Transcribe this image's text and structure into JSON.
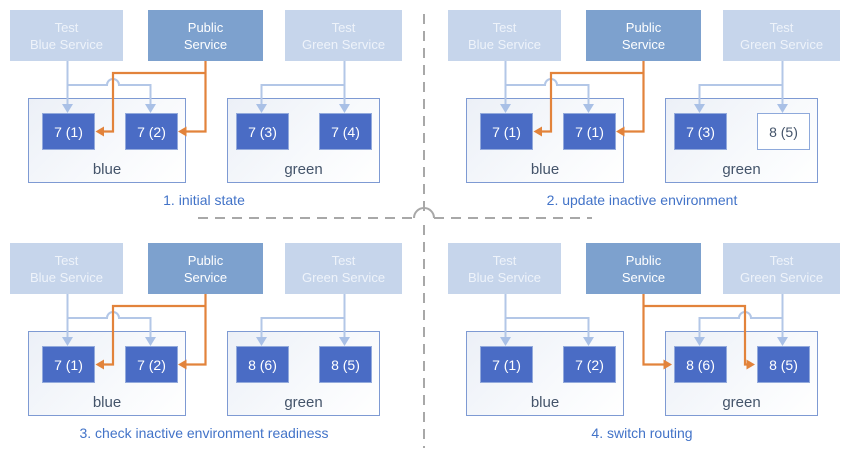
{
  "colors": {
    "public_route_orange": "#e2833b",
    "test_route_blue": "#b3c7e7",
    "arrowhead_blue": "#a9c0e6",
    "pod_fill": "#4a6cc5",
    "service_test_fill": "#c6d5eb",
    "service_public_fill": "#7da1ce",
    "env_border": "#7e9ad3",
    "caption_text": "#4273c8",
    "env_label_text": "#44546a",
    "divider_gray": "#a8a8a8"
  },
  "panels": [
    {
      "caption": "1. initial state",
      "public_routes_to": "blue",
      "services": [
        {
          "id": "test-blue",
          "label": "Test\nBlue Service"
        },
        {
          "id": "public",
          "label": "Public\nService"
        },
        {
          "id": "test-green",
          "label": "Test\nGreen Service"
        }
      ],
      "environments": [
        {
          "name": "blue",
          "pods": [
            {
              "label": "7 (1)",
              "variant": "solid"
            },
            {
              "label": "7 (2)",
              "variant": "solid"
            }
          ]
        },
        {
          "name": "green",
          "pods": [
            {
              "label": "7 (3)",
              "variant": "solid"
            },
            {
              "label": "7 (4)",
              "variant": "solid"
            }
          ]
        }
      ]
    },
    {
      "caption": "2. update inactive environment",
      "public_routes_to": "blue",
      "services": [
        {
          "id": "test-blue",
          "label": "Test\nBlue Service"
        },
        {
          "id": "public",
          "label": "Public\nService"
        },
        {
          "id": "test-green",
          "label": "Test\nGreen Service"
        }
      ],
      "environments": [
        {
          "name": "blue",
          "pods": [
            {
              "label": "7 (1)",
              "variant": "solid"
            },
            {
              "label": "7 (1)",
              "variant": "solid"
            }
          ]
        },
        {
          "name": "green",
          "pods": [
            {
              "label": "7 (3)",
              "variant": "solid"
            },
            {
              "label": "8 (5)",
              "variant": "outline"
            }
          ]
        }
      ]
    },
    {
      "caption": "3. check inactive environment readiness",
      "public_routes_to": "blue",
      "services": [
        {
          "id": "test-blue",
          "label": "Test\nBlue Service"
        },
        {
          "id": "public",
          "label": "Public\nService"
        },
        {
          "id": "test-green",
          "label": "Test\nGreen Service"
        }
      ],
      "environments": [
        {
          "name": "blue",
          "pods": [
            {
              "label": "7 (1)",
              "variant": "solid"
            },
            {
              "label": "7 (2)",
              "variant": "solid"
            }
          ]
        },
        {
          "name": "green",
          "pods": [
            {
              "label": "8 (6)",
              "variant": "solid"
            },
            {
              "label": "8 (5)",
              "variant": "solid"
            }
          ]
        }
      ]
    },
    {
      "caption": "4. switch routing",
      "public_routes_to": "green",
      "services": [
        {
          "id": "test-blue",
          "label": "Test\nBlue Service"
        },
        {
          "id": "public",
          "label": "Public\nService"
        },
        {
          "id": "test-green",
          "label": "Test\nGreen Service"
        }
      ],
      "environments": [
        {
          "name": "blue",
          "pods": [
            {
              "label": "7 (1)",
              "variant": "solid"
            },
            {
              "label": "7 (2)",
              "variant": "solid"
            }
          ]
        },
        {
          "name": "green",
          "pods": [
            {
              "label": "8 (6)",
              "variant": "solid"
            },
            {
              "label": "8 (5)",
              "variant": "solid"
            }
          ]
        }
      ]
    }
  ]
}
